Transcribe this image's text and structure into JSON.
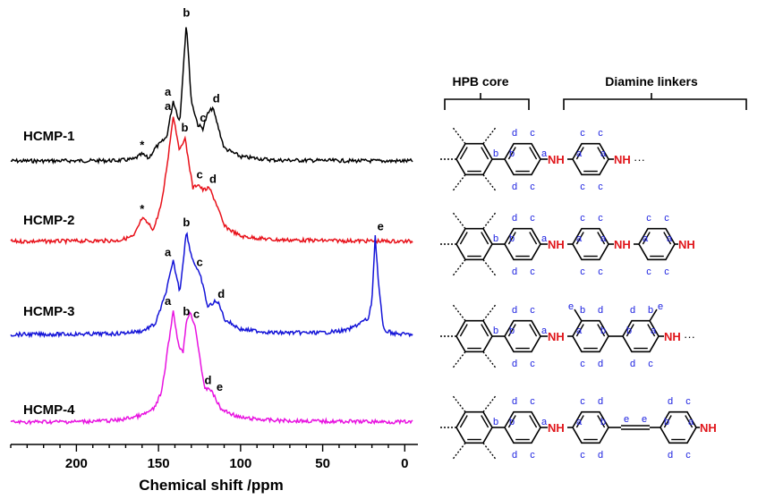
{
  "chart_data": {
    "type": "line",
    "xlabel": "Chemical shift /ppm",
    "xlim": [
      240,
      -8
    ],
    "x_ticks": [
      200,
      150,
      100,
      50,
      0
    ],
    "series": [
      {
        "name": "HCMP-1",
        "color": "#000000",
        "points": [
          [
            240,
            0
          ],
          [
            200,
            0.2
          ],
          [
            175,
            0.5
          ],
          [
            165,
            2
          ],
          [
            160,
            8
          ],
          [
            156,
            3
          ],
          [
            152,
            15
          ],
          [
            148,
            22
          ],
          [
            145,
            28
          ],
          [
            141,
            70
          ],
          [
            137,
            45
          ],
          [
            135,
            105
          ],
          [
            133,
            162
          ],
          [
            130,
            70
          ],
          [
            126,
            42
          ],
          [
            123,
            38
          ],
          [
            120,
            55
          ],
          [
            117,
            62
          ],
          [
            114,
            42
          ],
          [
            110,
            15
          ],
          [
            100,
            5
          ],
          [
            80,
            1
          ],
          [
            50,
            0.5
          ],
          [
            20,
            0
          ],
          [
            -5,
            0
          ]
        ],
        "peaks": [
          {
            "label": "*",
            "x": 160
          },
          {
            "label": "a",
            "x": 141
          },
          {
            "label": "b",
            "x": 133
          },
          {
            "label": "c",
            "x": 124
          },
          {
            "label": "d",
            "x": 117
          }
        ]
      },
      {
        "name": "HCMP-2",
        "color": "#e8111a",
        "points": [
          [
            240,
            0
          ],
          [
            200,
            0.5
          ],
          [
            175,
            1
          ],
          [
            165,
            6
          ],
          [
            160,
            27
          ],
          [
            157,
            22
          ],
          [
            153,
            14
          ],
          [
            148,
            45
          ],
          [
            144,
            100
          ],
          [
            141,
            147
          ],
          [
            137,
            105
          ],
          [
            134,
            122
          ],
          [
            132,
            98
          ],
          [
            129,
            62
          ],
          [
            126,
            67
          ],
          [
            123,
            60
          ],
          [
            119,
            62
          ],
          [
            115,
            45
          ],
          [
            110,
            18
          ],
          [
            100,
            6
          ],
          [
            80,
            2
          ],
          [
            50,
            1
          ],
          [
            20,
            0.5
          ],
          [
            -5,
            0
          ]
        ],
        "peaks": [
          {
            "label": "*",
            "x": 160
          },
          {
            "label": "a",
            "x": 141
          },
          {
            "label": "b",
            "x": 134
          },
          {
            "label": "c",
            "x": 126
          },
          {
            "label": "d",
            "x": 119
          }
        ]
      },
      {
        "name": "HCMP-3",
        "color": "#1414d8",
        "points": [
          [
            240,
            0
          ],
          [
            200,
            0.3
          ],
          [
            175,
            1
          ],
          [
            160,
            4
          ],
          [
            152,
            12
          ],
          [
            146,
            45
          ],
          [
            141,
            85
          ],
          [
            137,
            50
          ],
          [
            133,
            120
          ],
          [
            130,
            92
          ],
          [
            127,
            78
          ],
          [
            124,
            65
          ],
          [
            120,
            32
          ],
          [
            116,
            38
          ],
          [
            113,
            36
          ],
          [
            110,
            18
          ],
          [
            100,
            6
          ],
          [
            80,
            2
          ],
          [
            50,
            2
          ],
          [
            35,
            5
          ],
          [
            30,
            10
          ],
          [
            25,
            16
          ],
          [
            22,
            18
          ],
          [
            20,
            40
          ],
          [
            18,
            115
          ],
          [
            16,
            60
          ],
          [
            13,
            5
          ],
          [
            5,
            0.5
          ],
          [
            -5,
            0
          ]
        ],
        "peaks": [
          {
            "label": "a",
            "x": 141
          },
          {
            "label": "b",
            "x": 133
          },
          {
            "label": "c",
            "x": 126
          },
          {
            "label": "d",
            "x": 114
          },
          {
            "label": "e",
            "x": 18
          }
        ]
      },
      {
        "name": "HCMP-4",
        "color": "#e813e0",
        "points": [
          [
            240,
            0
          ],
          [
            200,
            0.5
          ],
          [
            175,
            2
          ],
          [
            160,
            8
          ],
          [
            153,
            15
          ],
          [
            148,
            35
          ],
          [
            144,
            90
          ],
          [
            141,
            130
          ],
          [
            138,
            92
          ],
          [
            135,
            80
          ],
          [
            133,
            118
          ],
          [
            131,
            128
          ],
          [
            128,
            115
          ],
          [
            125,
            78
          ],
          [
            122,
            38
          ],
          [
            119,
            40
          ],
          [
            116,
            30
          ],
          [
            112,
            15
          ],
          [
            100,
            5
          ],
          [
            80,
            2
          ],
          [
            50,
            1
          ],
          [
            20,
            0.5
          ],
          [
            -5,
            0
          ]
        ],
        "peaks": [
          {
            "label": "a",
            "x": 141
          },
          {
            "label": "b",
            "x": 133
          },
          {
            "label": "c",
            "x": 128
          },
          {
            "label": "d",
            "x": 122
          },
          {
            "label": "e",
            "x": 116
          }
        ]
      }
    ]
  },
  "structures": {
    "header_left": "HPB core",
    "header_right": "Diamine linkers",
    "nh": "NH",
    "dots": "···",
    "atom_color": "#1d22e0",
    "nh_color": "#e0161b"
  }
}
